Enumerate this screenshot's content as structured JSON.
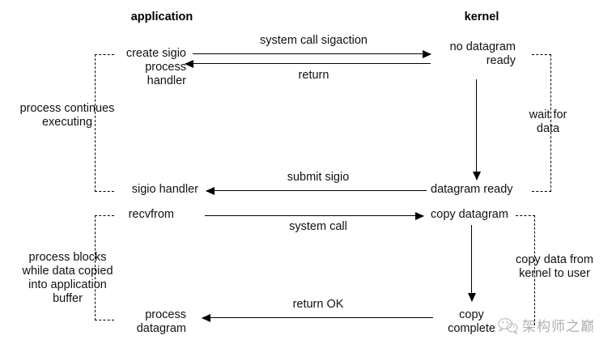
{
  "diagram": {
    "title_application": "application",
    "title_kernel": "kernel",
    "application": {
      "step_create_sigio": "create sigio\nprocess\nhandler",
      "note_process_continues": "process continues\nexecuting",
      "step_sigio_handler": "sigio handler",
      "step_recvfrom": "recvfrom",
      "note_process_blocks": "process blocks\nwhile data copied\ninto application\nbuffer",
      "step_process_datagram": "process\ndatagram"
    },
    "kernel": {
      "state_no_datagram_ready": "no datagram\nready",
      "note_wait_for_data": "wait for\ndata",
      "state_datagram_ready": "datagram ready",
      "state_copy_datagram": "copy datagram",
      "note_copy_data_from_kernel": "copy data from\nkernel to user",
      "state_copy_complete": "copy\ncomplete"
    },
    "arrows": {
      "system_call_sigaction": "system call sigaction",
      "return": "return",
      "submit_sigio": "submit sigio",
      "system_call": "system call",
      "return_ok": "return OK"
    },
    "watermark": {
      "text": "架构师之巅",
      "logo": "wechat-icon"
    },
    "colors": {
      "line": "#000000",
      "text": "#111111",
      "background": "#ffffff",
      "watermark_text": "#6f6f6f"
    }
  }
}
